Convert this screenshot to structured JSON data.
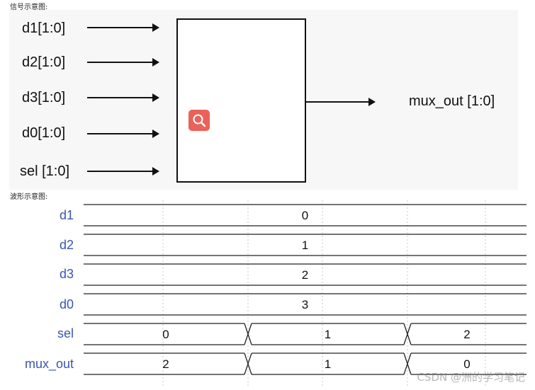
{
  "captions": {
    "signal": "信号示意图:",
    "waveform": "波形示意图:"
  },
  "block": {
    "inputs": [
      "d1[1:0]",
      "d2[1:0]",
      "d3[1:0]",
      "d0[1:0]",
      "sel [1:0]"
    ],
    "output": "mux_out [1:0]"
  },
  "waveform": {
    "rows": [
      {
        "name": "d1",
        "segments": [
          "0"
        ]
      },
      {
        "name": "d2",
        "segments": [
          "1"
        ]
      },
      {
        "name": "d3",
        "segments": [
          "2"
        ]
      },
      {
        "name": "d0",
        "segments": [
          "3"
        ]
      },
      {
        "name": "sel",
        "segments": [
          "0",
          "1",
          "2"
        ]
      },
      {
        "name": "mux_out",
        "segments": [
          "2",
          "1",
          "0"
        ]
      }
    ]
  },
  "watermark": "CSDN @洲的学习笔记",
  "colors": {
    "label_blue": "#3a55b4",
    "zoom_button": "#e9625a",
    "panel_bg": "#f7f7f7"
  },
  "icons": {
    "zoom": "magnifier-icon"
  }
}
